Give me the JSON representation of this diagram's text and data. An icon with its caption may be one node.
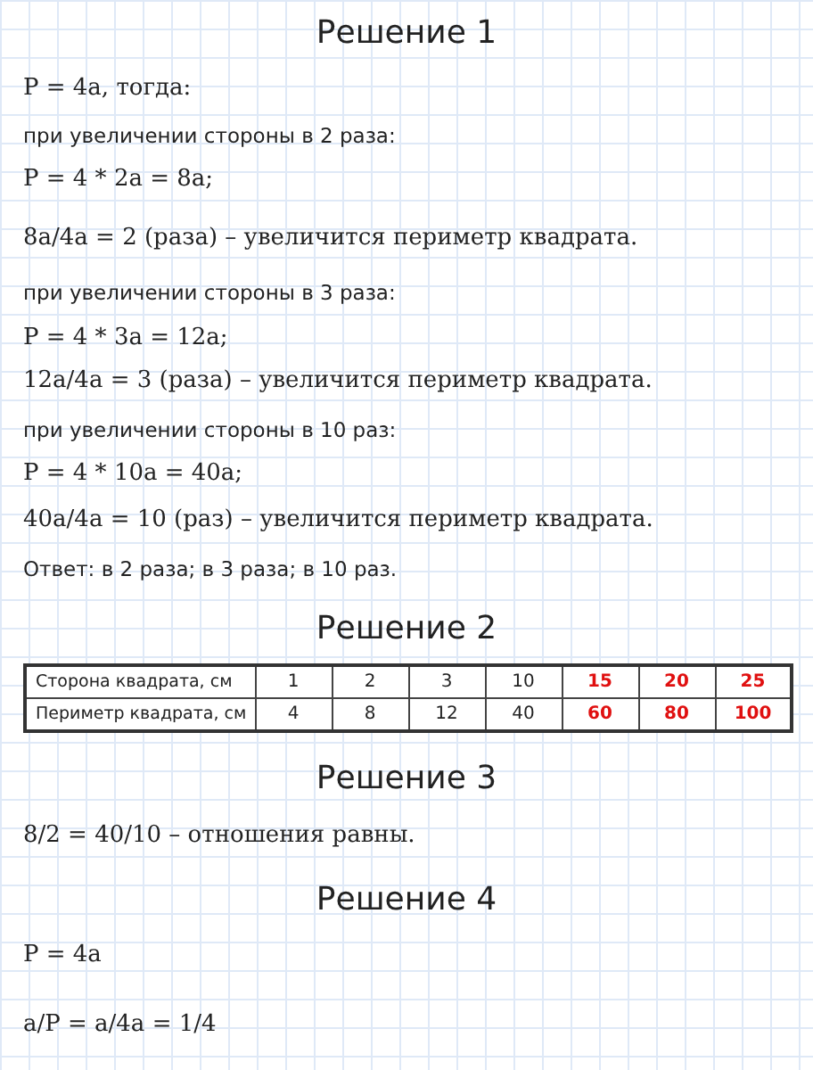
{
  "diagram": {
    "labels": [
      "Решение 1",
      "P = 4a, тогда:",
      "при увеличении стороны в 2 раза:",
      "P = 4 * 2a = 8a;",
      "8a/4a = 2 (раза) – увеличится периметр квадрата.",
      "при увеличении стороны в 3 раза:",
      "P = 4 * 3a = 12a;",
      "12a/4a = 3 (раза) – увеличится периметр квадрата.",
      "при увеличении стороны в 10 раз:",
      "P = 4 * 10a = 40a;",
      "40a/4a = 10 (раз) – увеличится периметр квадрата.",
      "Ответ: в 2 раза; в 3 раза; в 10 раз.",
      "Решение 2",
      "Сторона квадрата, см",
      "1",
      "2",
      "3",
      "10",
      "15",
      "20",
      "25",
      "Периметр квадрата, см",
      "4",
      "8",
      "12",
      "40",
      "60",
      "80",
      "100",
      "Решение 3",
      "8/2 = 40/10 – отношения равны.",
      "Решение 4",
      "P = 4a",
      "a/P = a/4a = 1/4"
    ]
  }
}
